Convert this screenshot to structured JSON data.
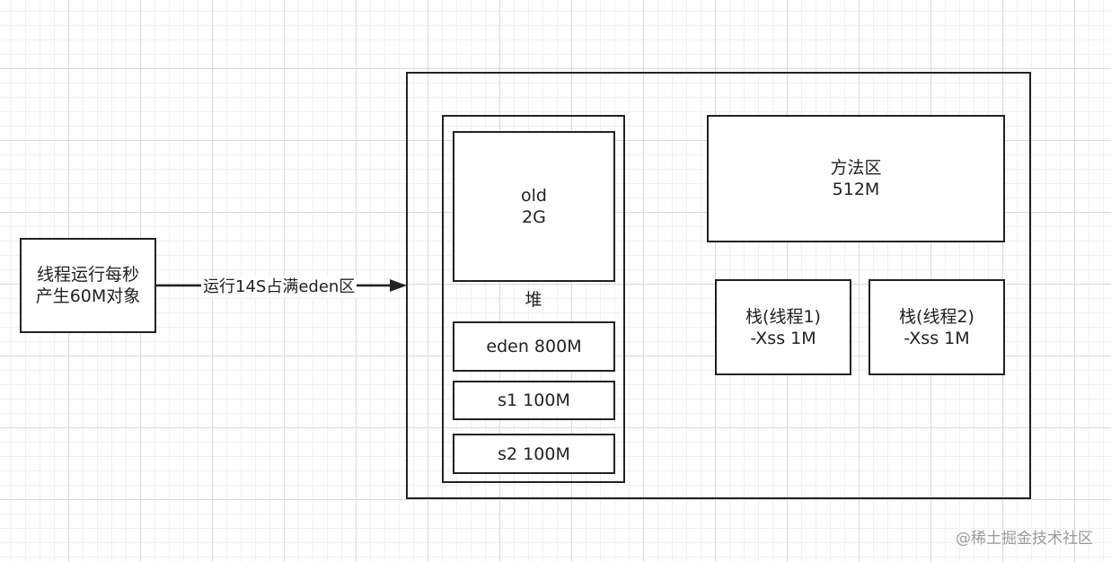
{
  "source": {
    "lines": [
      "线程运行每秒",
      "产生60M对象"
    ]
  },
  "arrow": {
    "label": "运行14S占满eden区"
  },
  "heap": {
    "label": "堆",
    "old": {
      "lines": [
        "old",
        "2G"
      ]
    },
    "eden": "eden 800M",
    "s1": "s1 100M",
    "s2": "s2 100M"
  },
  "method_area": {
    "lines": [
      "方法区",
      "512M"
    ]
  },
  "stacks": [
    {
      "lines": [
        "栈(线程1)",
        "-Xss 1M"
      ]
    },
    {
      "lines": [
        "栈(线程2)",
        "-Xss 1M"
      ]
    }
  ],
  "watermark": "@稀土掘金技术社区"
}
